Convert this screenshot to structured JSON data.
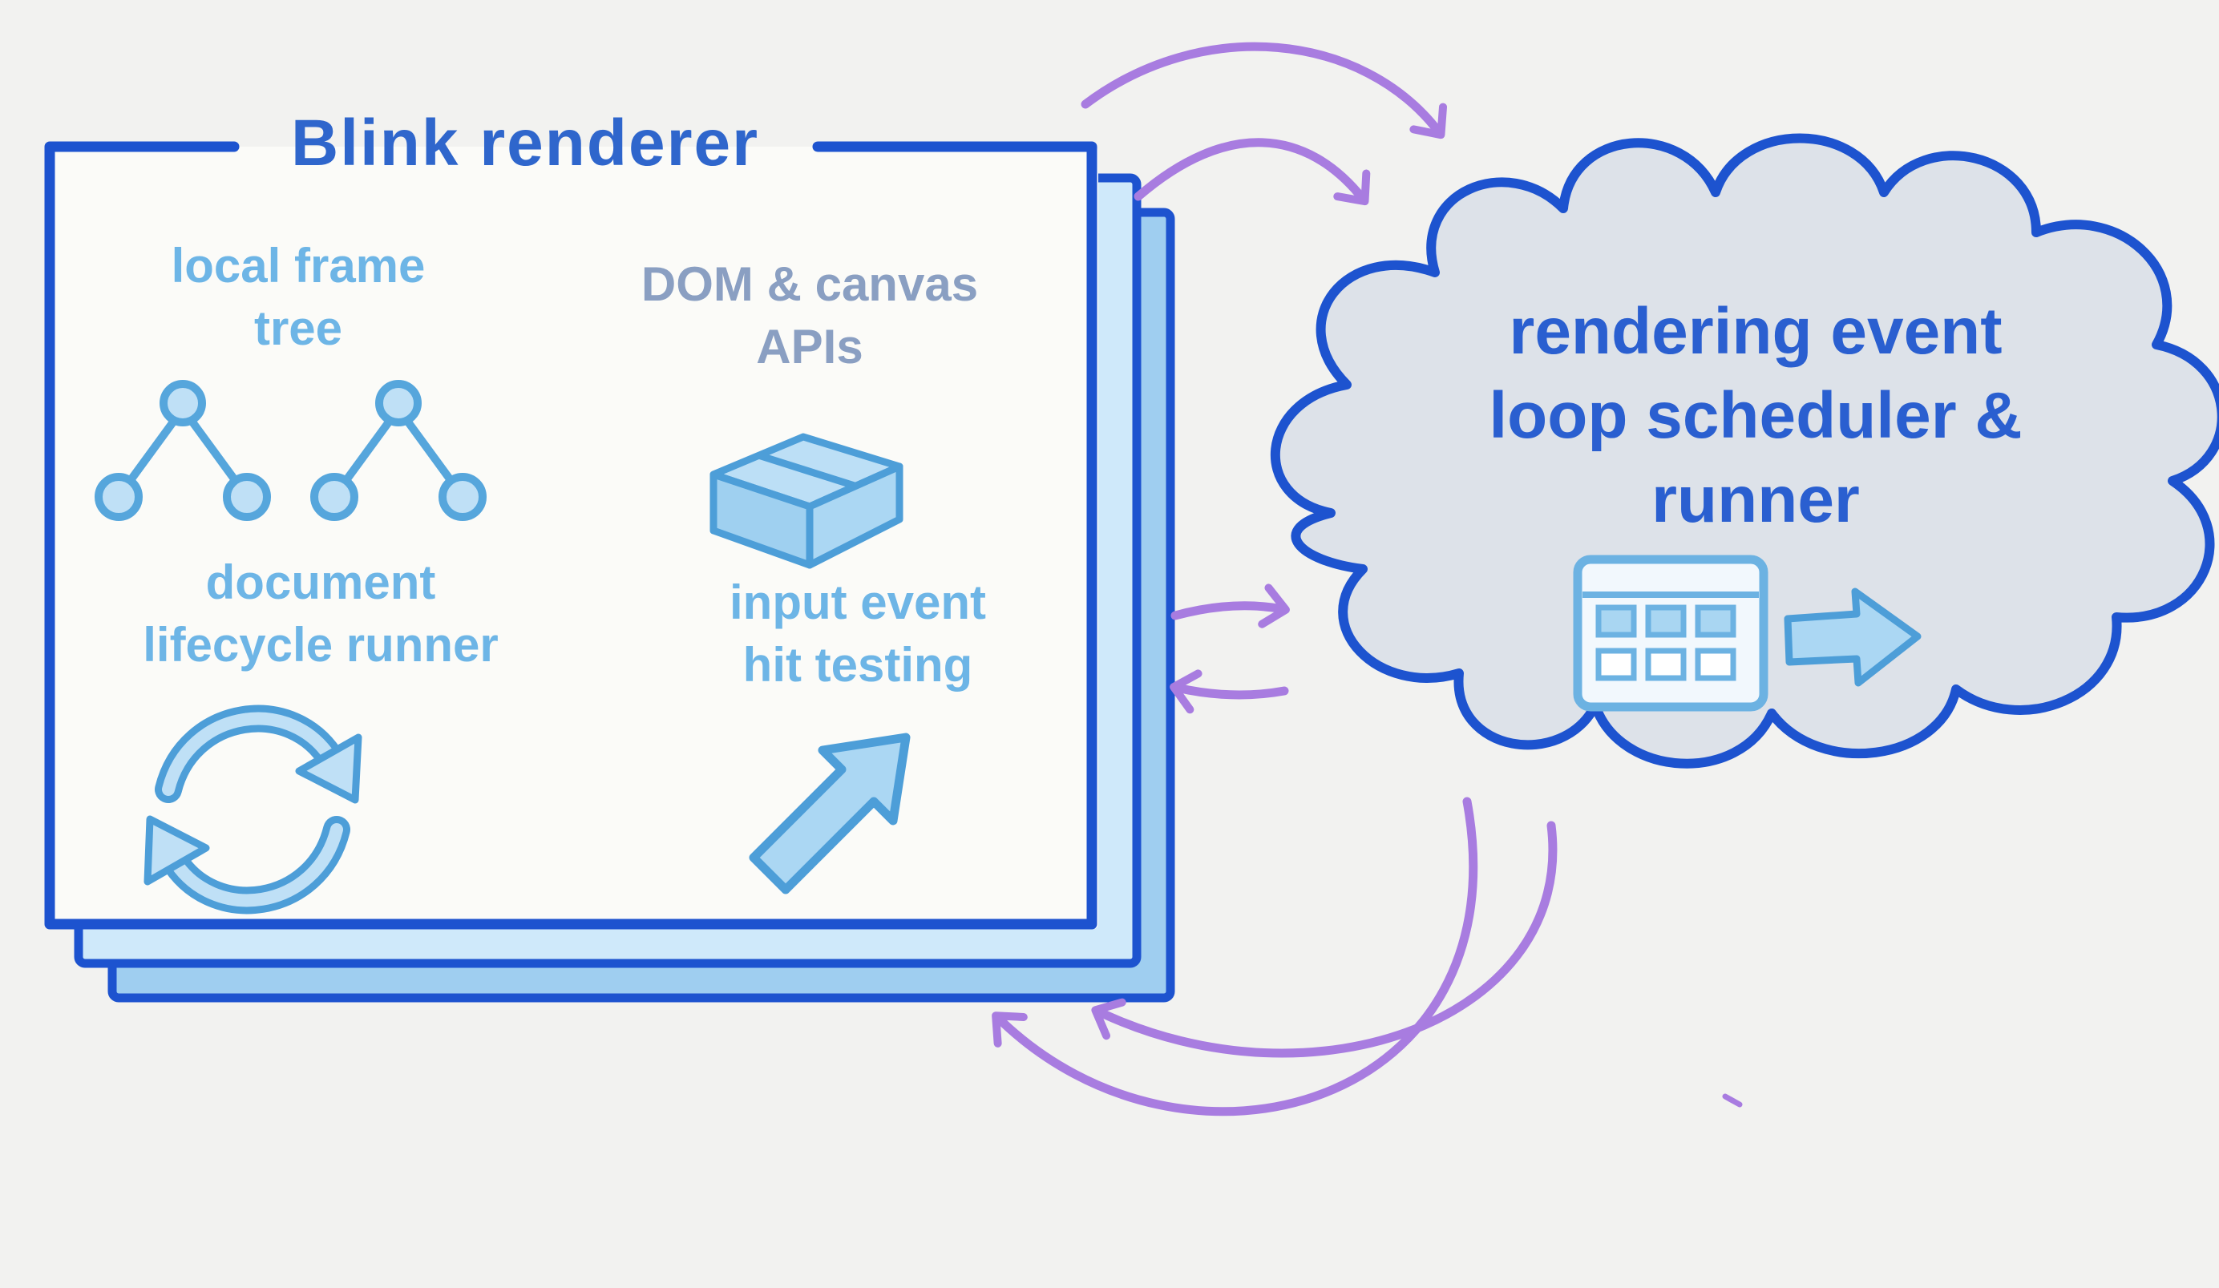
{
  "diagram": {
    "blink_box": {
      "title": "Blink renderer",
      "items": [
        {
          "id": "local-frame-tree",
          "label_line1": "local frame",
          "label_line2": "tree",
          "icon": "tree-icon"
        },
        {
          "id": "dom-canvas-apis",
          "label_line1": "DOM & canvas",
          "label_line2": "APIs",
          "icon": "package-icon"
        },
        {
          "id": "document-lifecycle-runner",
          "label_line1": "document",
          "label_line2": "lifecycle runner",
          "icon": "cycle-arrows-icon"
        },
        {
          "id": "input-event-hit-testing",
          "label_line1": "input event",
          "label_line2": "hit testing",
          "icon": "cursor-arrow-icon"
        }
      ]
    },
    "cloud": {
      "label_line1": "rendering event",
      "label_line2": "loop scheduler &",
      "label_line3": "runner",
      "icons": [
        "calendar-icon",
        "run-arrow-icon"
      ]
    },
    "arrows": {
      "top_to_cloud_count": 2,
      "middle_right_count": 1,
      "middle_left_count": 1,
      "bottom_to_box_count": 2
    },
    "colors": {
      "outline_blue": "#1d53cf",
      "light_blue_text": "#6db5e6",
      "muted_blue_text": "#8a9fc2",
      "title_blue": "#2f66cc",
      "cloud_text_blue": "#2a5fd0",
      "icon_fill_blue": "#abd7f3",
      "icon_stroke_blue": "#4d9ed8",
      "card_back_blue": "#9fcef0",
      "card_mid_blue": "#cfe9fa",
      "cloud_fill": "#dde2e9",
      "arrow_purple": "#a87ce0",
      "background": "#f2f2f0"
    }
  }
}
